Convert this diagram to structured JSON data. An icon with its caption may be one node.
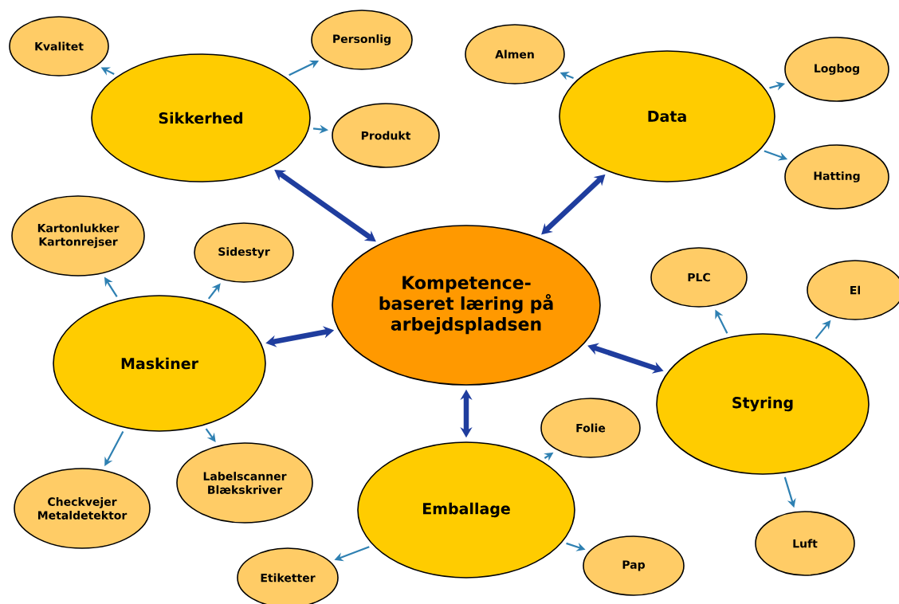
{
  "diagram": {
    "nodes": [
      {
        "text": [
          "Kompetence-baseret læring på arbejdspladsen"
        ]
      },
      {
        "text": [
          "Sikkerhed"
        ]
      },
      {
        "text": [
          "Kvalitet"
        ]
      },
      {
        "text": [
          "Personlig"
        ]
      },
      {
        "text": [
          "Produkt"
        ]
      },
      {
        "text": [
          "Data"
        ]
      },
      {
        "text": [
          "Almen"
        ]
      },
      {
        "text": [
          "Logbog"
        ]
      },
      {
        "text": [
          "Hatting"
        ]
      },
      {
        "text": [
          "Maskiner"
        ]
      },
      {
        "text": [
          "Kartonlukker Kartonrejser"
        ]
      },
      {
        "text": [
          "Sidestyr"
        ]
      },
      {
        "text": [
          "Checkvejer Metaldetektor"
        ]
      },
      {
        "text": [
          "Labelscanner Blækskriver"
        ]
      },
      {
        "text": [
          "Emballage"
        ]
      },
      {
        "text": [
          "Folie"
        ]
      },
      {
        "text": [
          "Etiketter"
        ]
      },
      {
        "text": [
          "Pap"
        ]
      },
      {
        "text": [
          "Styring"
        ]
      },
      {
        "text": [
          "PLC"
        ]
      },
      {
        "text": [
          "El"
        ]
      },
      {
        "text": [
          "Luft"
        ]
      }
    ],
    "edges": [
      {
        "from": 0,
        "to": 1,
        "arrow": "both",
        "style": "thick",
        "color": "#1f3d9e"
      },
      {
        "from": 0,
        "to": 5,
        "arrow": "both",
        "style": "thick",
        "color": "#1f3d9e"
      },
      {
        "from": 0,
        "to": 9,
        "arrow": "both",
        "style": "thick",
        "color": "#1f3d9e"
      },
      {
        "from": 0,
        "to": 14,
        "arrow": "both",
        "style": "thick",
        "color": "#1f3d9e"
      },
      {
        "from": 0,
        "to": 18,
        "arrow": "both",
        "style": "thick",
        "color": "#1f3d9e"
      },
      {
        "from": 1,
        "to": 2,
        "arrow": "to"
      },
      {
        "from": 1,
        "to": 3,
        "arrow": "to"
      },
      {
        "from": 1,
        "to": 4,
        "arrow": "to"
      },
      {
        "from": 5,
        "to": 6,
        "arrow": "to"
      },
      {
        "from": 5,
        "to": 7,
        "arrow": "to"
      },
      {
        "from": 5,
        "to": 8,
        "arrow": "to"
      },
      {
        "from": 9,
        "to": 10,
        "arrow": "to"
      },
      {
        "from": 9,
        "to": 11,
        "arrow": "to"
      },
      {
        "from": 9,
        "to": 12,
        "arrow": "to"
      },
      {
        "from": 9,
        "to": 13,
        "arrow": "to"
      },
      {
        "from": 14,
        "to": 15,
        "arrow": "to"
      },
      {
        "from": 14,
        "to": 16,
        "arrow": "to"
      },
      {
        "from": 14,
        "to": 17,
        "arrow": "to"
      },
      {
        "from": 18,
        "to": 19,
        "arrow": "to"
      },
      {
        "from": 18,
        "to": 20,
        "arrow": "to"
      },
      {
        "from": 18,
        "to": 21,
        "arrow": "to"
      }
    ]
  }
}
